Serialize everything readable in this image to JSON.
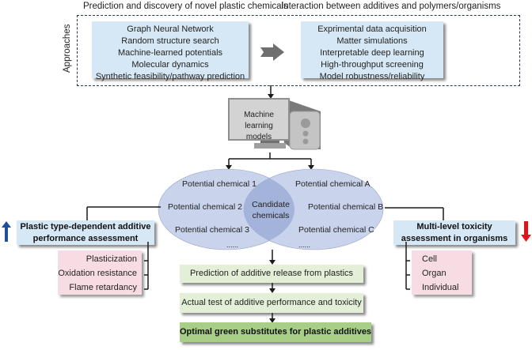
{
  "header": {
    "left_title": "Prediction and discovery of novel plastic chemicals",
    "right_title": "Interaction between additives and polymers/organisms"
  },
  "approaches": {
    "side_label": "Approaches",
    "left_items": [
      "Graph Neural Network",
      "Random structure search",
      "Machine-learned potentials",
      "Molecular dynamics",
      "Synthetic feasibility/pathway prediction"
    ],
    "right_items": [
      "Exprimental data acquisition",
      "Matter simulations",
      "Interpretable deep learning",
      "High-throughput screening",
      "Model robustness/reliability"
    ],
    "arrow_icon": "right-arrow-icon"
  },
  "computer": {
    "label_line1": "Machine learning",
    "label_line2": "models",
    "icon": "computer-icon"
  },
  "venn": {
    "left_items": [
      "Potential chemical 1",
      "Potential chemical 2",
      "Potential chemical 3",
      "......"
    ],
    "right_items": [
      "Potential chemical A",
      "Potential chemical B",
      "Potential chemical C",
      "......"
    ],
    "center_line1": "Candidate",
    "center_line2": "chemicals"
  },
  "left_assessment": {
    "title_line1": "Plastic type-dependent additive",
    "title_line2": "performance assessment",
    "items": [
      "Plasticization",
      "Oxidation resistance",
      "Flame retardancy"
    ],
    "arrow_icon": "up-arrow-icon",
    "arrow_color": "#1f4e9a"
  },
  "right_assessment": {
    "title_line1": "Multi-level toxicity",
    "title_line2": "assessment in organisms",
    "items": [
      "Cell",
      "Organ",
      "Individual"
    ],
    "arrow_icon": "down-arrow-icon",
    "arrow_color": "#e0141b"
  },
  "pipeline": [
    "Prediction of additive release from plastics",
    "Actual test of additive performance and toxicity",
    "Optimal green substitutes for plastic additives"
  ],
  "colors": {
    "blue_box": "#d6e8f5",
    "pink_box": "#f7dde3",
    "green_box": "#e3efd7",
    "green_box_strong": "#a8cf88",
    "venn_fill": "#c9d3ec",
    "venn_overlap": "#a3b3da"
  }
}
